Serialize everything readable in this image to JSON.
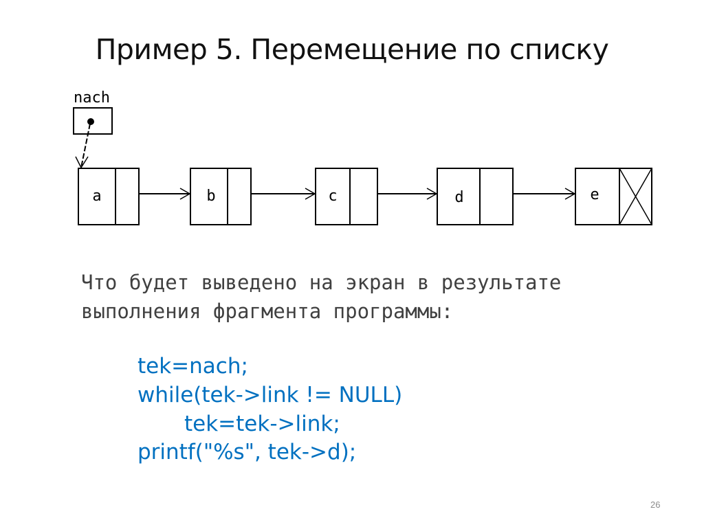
{
  "title": "Пример 5. Перемещение по списку",
  "diagram": {
    "pointer_label": "nach",
    "nodes": [
      "a",
      "b",
      "c",
      "d",
      "e"
    ]
  },
  "question": [
    "Что будет выведено на экран в результате",
    "выполнения фрагмента программы:"
  ],
  "code": [
    "tek=nach;",
    "while(tek->link != NULL)",
    "tek=tek->link;",
    "printf(\"%s\", tek->d);"
  ],
  "page_number": "26",
  "colors": {
    "code": "#0070C0",
    "text": "#404040"
  }
}
